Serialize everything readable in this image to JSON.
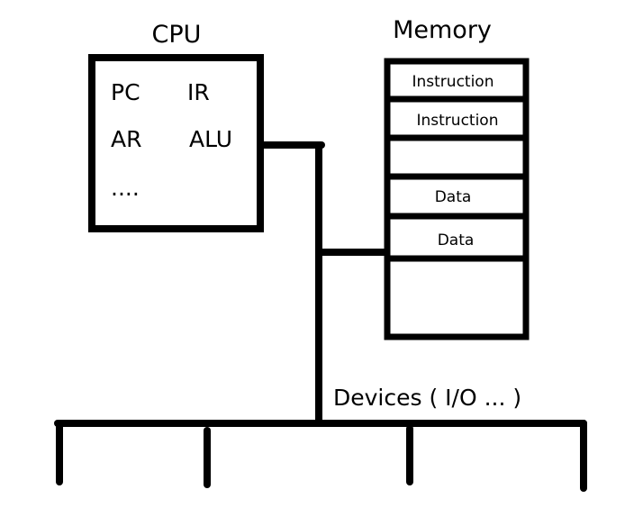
{
  "cpu": {
    "title": "CPU",
    "registers": [
      "PC",
      "IR",
      "AR",
      "ALU",
      "...."
    ]
  },
  "memory": {
    "title": "Memory",
    "cells": [
      "Instruction",
      "Instruction",
      "",
      "Data",
      "Data",
      ""
    ]
  },
  "devices": {
    "label": "Devices ( I/O ... )"
  },
  "colors": {
    "stroke": "#000000",
    "background": "#ffffff"
  }
}
